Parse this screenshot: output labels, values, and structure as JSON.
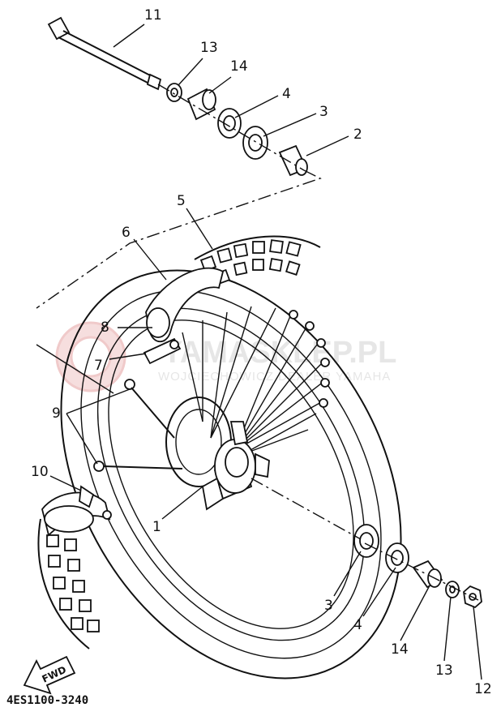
{
  "diagram": {
    "catalog_code": "4ES1100-3240",
    "fwd_label": "FWD",
    "watermark": {
      "brand": "YAMASKLEP.PL",
      "tagline": "WOJCIECHOWICZ DEALER YAMAHA"
    },
    "callouts": [
      {
        "id": "c11",
        "label": "11"
      },
      {
        "id": "c13-top",
        "label": "13"
      },
      {
        "id": "c14-top",
        "label": "14"
      },
      {
        "id": "c4-top",
        "label": "4"
      },
      {
        "id": "c3-top",
        "label": "3"
      },
      {
        "id": "c2",
        "label": "2"
      },
      {
        "id": "c5",
        "label": "5"
      },
      {
        "id": "c6",
        "label": "6"
      },
      {
        "id": "c8",
        "label": "8"
      },
      {
        "id": "c7",
        "label": "7"
      },
      {
        "id": "c9",
        "label": "9"
      },
      {
        "id": "c10",
        "label": "10"
      },
      {
        "id": "c1",
        "label": "1"
      },
      {
        "id": "c3-bot",
        "label": "3"
      },
      {
        "id": "c4-bot",
        "label": "4"
      },
      {
        "id": "c14-bot",
        "label": "14"
      },
      {
        "id": "c13-bot",
        "label": "13"
      },
      {
        "id": "c12",
        "label": "12"
      }
    ]
  }
}
